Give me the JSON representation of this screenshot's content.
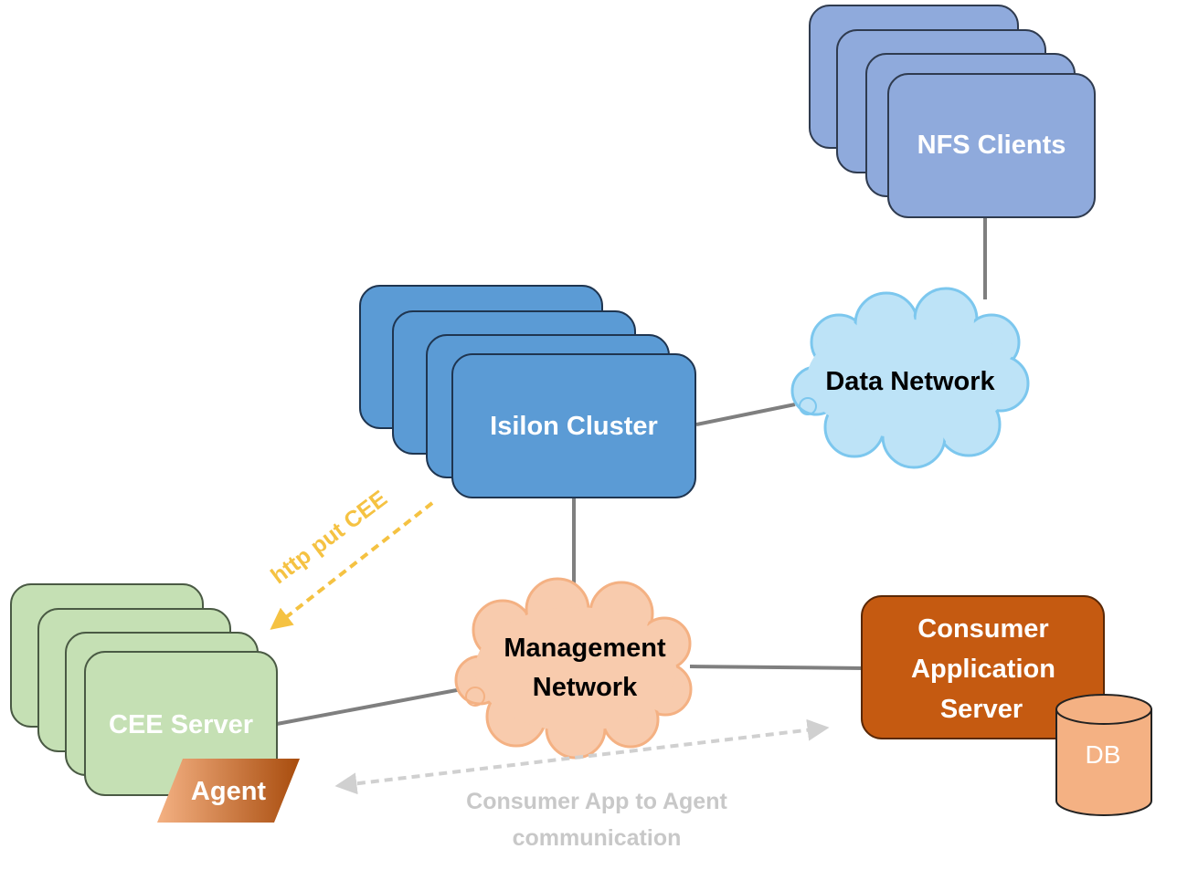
{
  "nodes": {
    "nfs_clients": {
      "label": "NFS Clients",
      "color": "#8faadc"
    },
    "data_network": {
      "label": "Data Network",
      "color": "#bde3f7"
    },
    "isilon_cluster": {
      "label": "Isilon Cluster",
      "color": "#5b9bd5"
    },
    "management_network": {
      "label_lines": [
        "Management",
        "Network"
      ],
      "color": "#f8cbad"
    },
    "cee_server": {
      "label": "CEE Server",
      "color": "#c5e0b4"
    },
    "agent": {
      "label": "Agent",
      "color": "#c55a11"
    },
    "consumer_app_server": {
      "label_lines": [
        "Consumer",
        "Application",
        "Server"
      ],
      "color": "#c55a11"
    },
    "db": {
      "label": "DB",
      "color": "#f4b183"
    }
  },
  "edges": {
    "http_put": {
      "label": "http put CEE",
      "color": "#f5c242"
    },
    "consumer_to_agent": {
      "label_lines": [
        "Consumer App to Agent",
        "communication"
      ],
      "color": "#c8c8c8"
    }
  }
}
